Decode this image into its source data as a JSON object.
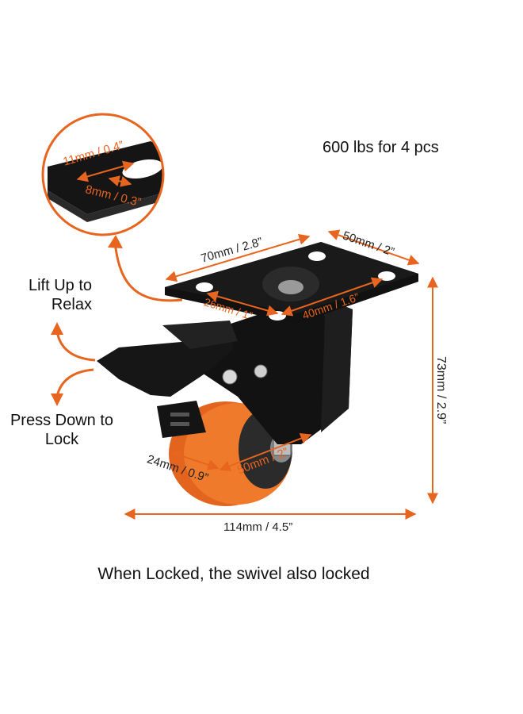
{
  "header": {
    "capacity": "600 lbs for 4 pcs"
  },
  "instructions": {
    "lift": "Lift Up to Relax",
    "press": "Press Down to Lock"
  },
  "footer": {
    "note": "When Locked, the swivel also locked"
  },
  "dimensions": {
    "hole_width": "11mm / 0.4”",
    "hole_height": "8mm / 0.3”",
    "plate_length": "70mm / 2.8”",
    "plate_width": "50mm / 2”",
    "hole_spacing_short": "26mm / 1”",
    "hole_spacing_long": "40mm / 1.6”",
    "total_height": "73mm / 2.9”",
    "wheel_width": "24mm / 0.9”",
    "wheel_diameter": "50mm / 2”",
    "total_length": "114mm / 4.5”"
  },
  "colors": {
    "accent": "#e8651f",
    "hardware": "#111111",
    "wheel": "#f07a2b"
  }
}
